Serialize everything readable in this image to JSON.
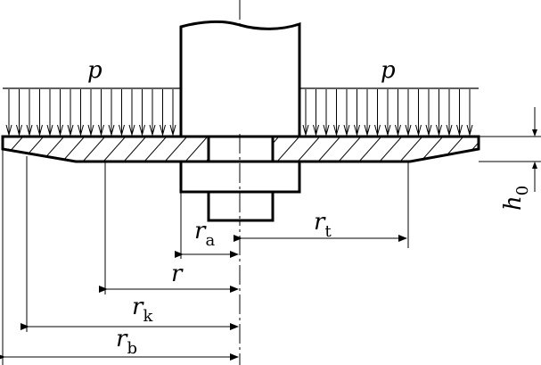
{
  "labels": {
    "pressure_left": "p",
    "pressure_right": "p",
    "thickness": {
      "main": "h",
      "sub": "0"
    },
    "r_a": {
      "main": "r",
      "sub": "a"
    },
    "r_t": {
      "main": "r",
      "sub": "t"
    },
    "r": {
      "main": "r"
    },
    "r_k": {
      "main": "r",
      "sub": "k"
    },
    "r_b": {
      "main": "r",
      "sub": "b"
    }
  },
  "colors": {
    "line": "#000000",
    "background": "#ffffff"
  }
}
